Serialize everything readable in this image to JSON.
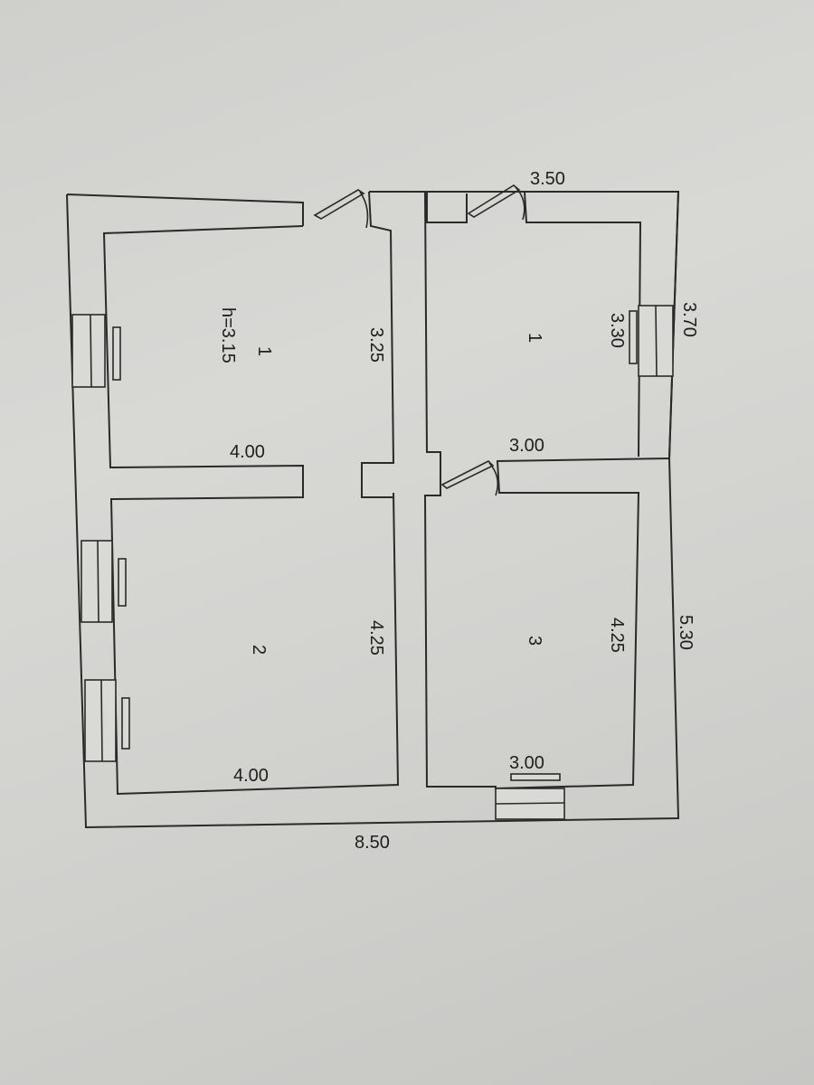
{
  "floor_plan": {
    "rooms": [
      {
        "number": "1",
        "height_note": "h=3.15"
      },
      {
        "number": "2"
      },
      {
        "number": "1"
      },
      {
        "number": "3"
      }
    ],
    "dimensions": {
      "top_right_width": "3.50",
      "right_top_height": "3.70",
      "right_bottom_height": "5.30",
      "overall_width": "8.50",
      "room1_left_depth": "3.25",
      "room1_left_width": "4.00",
      "room2_depth": "4.25",
      "room2_width": "4.00",
      "room1_right_depth": "3.30",
      "room1_right_width": "3.00",
      "room3_depth": "4.25",
      "room3_width": "3.00"
    }
  }
}
